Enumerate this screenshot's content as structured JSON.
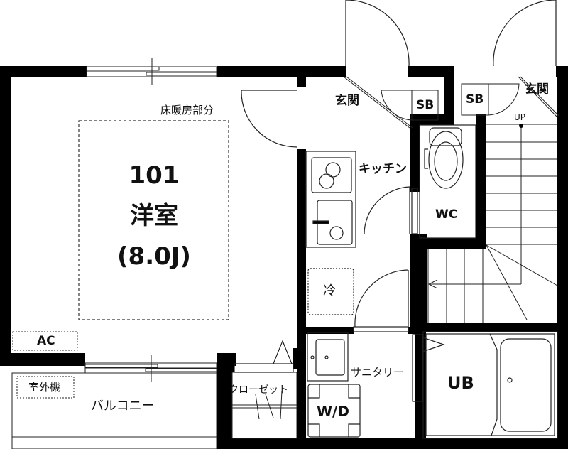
{
  "unit": {
    "number": "101",
    "room_type": "洋室",
    "size": "(8.0J)"
  },
  "labels": {
    "floor_heating": "床暖房部分",
    "entrance_left": "玄関",
    "entrance_right": "玄関",
    "shoe_box_left": "SB",
    "shoe_box_right": "SB",
    "stairs_up": "UP",
    "kitchen": "キッチン",
    "toilet": "WC",
    "fridge": "冷",
    "air_conditioner": "AC",
    "outdoor_unit": "室外機",
    "balcony": "バルコニー",
    "closet": "クローゼット",
    "sanitary": "サニタリー",
    "washer_dryer": "W/D",
    "unit_bath": "UB"
  },
  "colors": {
    "wall": "#000000",
    "line": "#222222",
    "background": "#ffffff"
  }
}
